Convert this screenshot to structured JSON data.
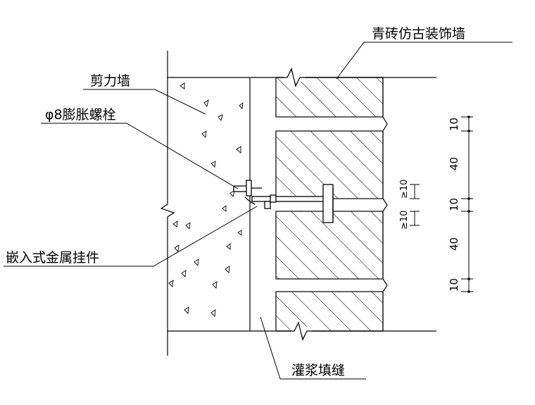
{
  "diagram": {
    "labels": {
      "facing_wall": "青砖仿古装饰墙",
      "shear_wall": "剪力墙",
      "bolt": "φ8膨胀螺栓",
      "hanger": "嵌入式金属挂件",
      "grout": "灌浆填缝"
    },
    "dimensions": {
      "top_joint": "10",
      "brick_upper": "40",
      "mid_joint": "10",
      "brick_lower": "40",
      "bottom_joint": "10",
      "gap_upper": "≥10",
      "gap_lower": "≥10"
    },
    "colors": {
      "line": "#000000",
      "background": "#ffffff"
    }
  }
}
